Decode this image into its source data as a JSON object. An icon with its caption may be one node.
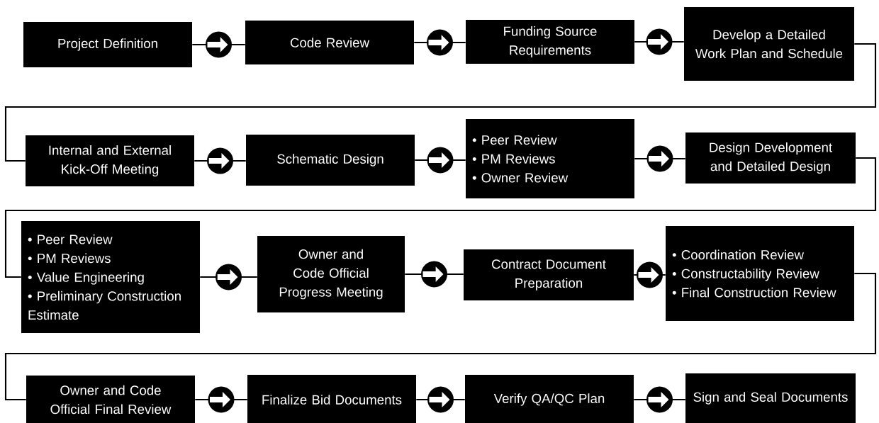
{
  "diagram": {
    "nodes": [
      {
        "text": [
          "Project Definition"
        ]
      },
      {
        "text": [
          "Code Review"
        ]
      },
      {
        "text": [
          "Funding Source Requirements"
        ]
      },
      {
        "text": [
          "Develop a Detailed Work Plan and Schedule"
        ]
      },
      {
        "text": [
          "Internal and External Kick-Off Meeting"
        ]
      },
      {
        "text": [
          "Schematic Design"
        ]
      },
      {
        "text": [
          "• Peer Review",
          "• PM Reviews",
          "• Owner Review"
        ]
      },
      {
        "text": [
          "Design Development and Detailed Design"
        ]
      },
      {
        "text": [
          "• Peer Review",
          "• PM Reviews",
          "• Value Engineering",
          "• Preliminary Construction Estimate"
        ]
      },
      {
        "text": [
          "Owner and Code Official Progress Meeting"
        ]
      },
      {
        "text": [
          "Contract Document Preparation"
        ]
      },
      {
        "text": [
          "• Coordination Review",
          "• Constructability Review",
          "• Final Construction Review"
        ]
      },
      {
        "text": [
          "Owner and Code Official Final Review"
        ]
      },
      {
        "text": [
          "Finalize Bid Documents"
        ]
      },
      {
        "text": [
          "Verify QA/QC Plan"
        ]
      },
      {
        "text": [
          "Sign and Seal Documents"
        ]
      }
    ],
    "edges": [
      {
        "from": 0,
        "to": 1,
        "arrow": "to"
      },
      {
        "from": 1,
        "to": 2,
        "arrow": "to"
      },
      {
        "from": 2,
        "to": 3,
        "arrow": "to"
      },
      {
        "from": 3,
        "to": 4,
        "arrow": "none"
      },
      {
        "from": 4,
        "to": 5,
        "arrow": "to"
      },
      {
        "from": 5,
        "to": 6,
        "arrow": "to"
      },
      {
        "from": 6,
        "to": 7,
        "arrow": "to"
      },
      {
        "from": 7,
        "to": 8,
        "arrow": "none"
      },
      {
        "from": 8,
        "to": 9,
        "arrow": "to"
      },
      {
        "from": 9,
        "to": 10,
        "arrow": "to"
      },
      {
        "from": 10,
        "to": 11,
        "arrow": "to"
      },
      {
        "from": 11,
        "to": 12,
        "arrow": "none"
      },
      {
        "from": 12,
        "to": 13,
        "arrow": "to"
      },
      {
        "from": 13,
        "to": 14,
        "arrow": "to"
      },
      {
        "from": 14,
        "to": 15,
        "arrow": "to"
      }
    ]
  }
}
